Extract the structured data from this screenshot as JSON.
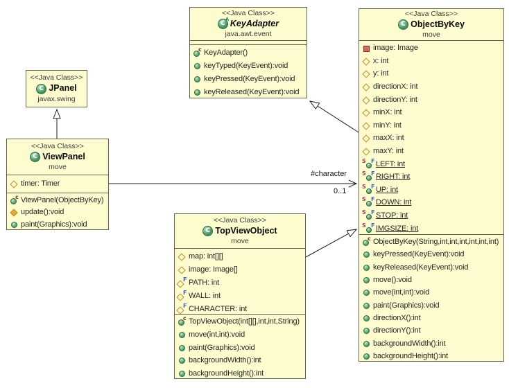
{
  "stereotype": "<<Java Class>>",
  "icon_glyphs": {
    "class": "C",
    "abstract": "A",
    "static": "S",
    "final": "F",
    "ctor": "c"
  },
  "colors": {
    "class_fill": "#fcfccf",
    "class_border": "#626252",
    "public_green": "#4f9d68",
    "package_orange": "#c9871d",
    "private_red": "#932f2b",
    "static_s": "#9b3b63",
    "final_f": "#3b5fc0"
  },
  "classes": {
    "jpanel": {
      "name": "JPanel",
      "package": "javax.swing"
    },
    "keyadapter": {
      "name": "KeyAdapter",
      "package": "java.awt.event",
      "abstract": true,
      "attributes": [],
      "methods": [
        {
          "kind": "constructor",
          "label": "KeyAdapter()"
        },
        {
          "kind": "public-method",
          "label": "keyTyped(KeyEvent):void"
        },
        {
          "kind": "public-method",
          "label": "keyPressed(KeyEvent):void"
        },
        {
          "kind": "public-method",
          "label": "keyReleased(KeyEvent):void"
        }
      ]
    },
    "objectbykey": {
      "name": "ObjectByKey",
      "package": "move",
      "attributes": [
        {
          "kind": "private-field",
          "label": "image: Image"
        },
        {
          "kind": "package-field",
          "label": "x: int"
        },
        {
          "kind": "package-field",
          "label": "y: int"
        },
        {
          "kind": "package-field",
          "label": "directionX: int"
        },
        {
          "kind": "package-field",
          "label": "directionY: int"
        },
        {
          "kind": "package-field",
          "label": "minX: int"
        },
        {
          "kind": "package-field",
          "label": "minY: int"
        },
        {
          "kind": "package-field",
          "label": "maxX: int"
        },
        {
          "kind": "package-field",
          "label": "maxY: int"
        },
        {
          "kind": "static-final-field",
          "label": "LEFT: int",
          "underline": true
        },
        {
          "kind": "static-final-field",
          "label": "RIGHT: int",
          "underline": true
        },
        {
          "kind": "static-final-field",
          "label": "UP: int",
          "underline": true
        },
        {
          "kind": "static-final-field",
          "label": "DOWN: int",
          "underline": true
        },
        {
          "kind": "static-final-field",
          "label": "STOP: int",
          "underline": true
        },
        {
          "kind": "static-final-field",
          "label": "IMGSIZE: int",
          "underline": true
        }
      ],
      "methods": [
        {
          "kind": "constructor",
          "label": "ObjectByKey(String,int,int,int,int,int,int)"
        },
        {
          "kind": "public-method",
          "label": "keyPressed(KeyEvent):void"
        },
        {
          "kind": "public-method",
          "label": "keyReleased(KeyEvent):void"
        },
        {
          "kind": "public-method",
          "label": "move():void"
        },
        {
          "kind": "public-method",
          "label": "move(int,int):void"
        },
        {
          "kind": "public-method",
          "label": "paint(Graphics):void"
        },
        {
          "kind": "public-method",
          "label": "directionX():int"
        },
        {
          "kind": "public-method",
          "label": "directionY():int"
        },
        {
          "kind": "public-method",
          "label": "backgroundWidth():int"
        },
        {
          "kind": "public-method",
          "label": "backgroundHeight():int"
        }
      ]
    },
    "viewpanel": {
      "name": "ViewPanel",
      "package": "move",
      "attributes": [
        {
          "kind": "package-field",
          "label": "timer: Timer"
        }
      ],
      "methods": [
        {
          "kind": "constructor",
          "label": "ViewPanel(ObjectByKey)"
        },
        {
          "kind": "package-method",
          "label": "update():void"
        },
        {
          "kind": "public-method",
          "label": "paint(Graphics):void"
        }
      ]
    },
    "topviewobject": {
      "name": "TopViewObject",
      "package": "move",
      "attributes": [
        {
          "kind": "package-field",
          "label": "map: int[][]"
        },
        {
          "kind": "package-field",
          "label": "image: Image[]"
        },
        {
          "kind": "final-field",
          "label": "PATH: int"
        },
        {
          "kind": "final-field",
          "label": "WALL: int"
        },
        {
          "kind": "final-field",
          "label": "CHARACTER: int"
        }
      ],
      "methods": [
        {
          "kind": "constructor",
          "label": "TopViewObject(int[][],int,int,String)"
        },
        {
          "kind": "public-method",
          "label": "move(int,int):void"
        },
        {
          "kind": "public-method",
          "label": "paint(Graphics):void"
        },
        {
          "kind": "public-method",
          "label": "backgroundWidth():int"
        },
        {
          "kind": "public-method",
          "label": "backgroundHeight():int"
        }
      ]
    }
  },
  "edges": {
    "generalizations": [
      {
        "from": "ViewPanel",
        "to": "JPanel"
      },
      {
        "from": "ObjectByKey",
        "to": "KeyAdapter"
      },
      {
        "from": "TopViewObject",
        "to": "ObjectByKey"
      }
    ],
    "association": {
      "from": "ViewPanel",
      "to": "ObjectByKey",
      "label": "#character",
      "multiplicity": "0..1"
    }
  }
}
